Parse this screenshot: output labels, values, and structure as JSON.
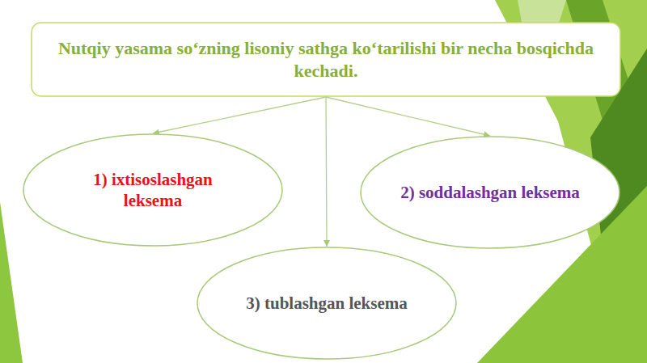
{
  "diagram": {
    "nodes": [
      {
        "text": [
          "Nutqiy yasama so‘zning lisoniy sathga ko‘tarilishi bir necha bosqichda kechadi."
        ]
      },
      {
        "text": [
          "1) ixtisoslashgan leksema"
        ]
      },
      {
        "text": [
          "2) soddalashgan leksema"
        ]
      },
      {
        "text": [
          "3) tublashgan leksema"
        ]
      }
    ],
    "edges": [
      {
        "from": 0,
        "to": 1,
        "arrow": "to"
      },
      {
        "from": 0,
        "to": 2,
        "arrow": "to"
      },
      {
        "from": 0,
        "to": 3,
        "arrow": "to"
      }
    ]
  }
}
